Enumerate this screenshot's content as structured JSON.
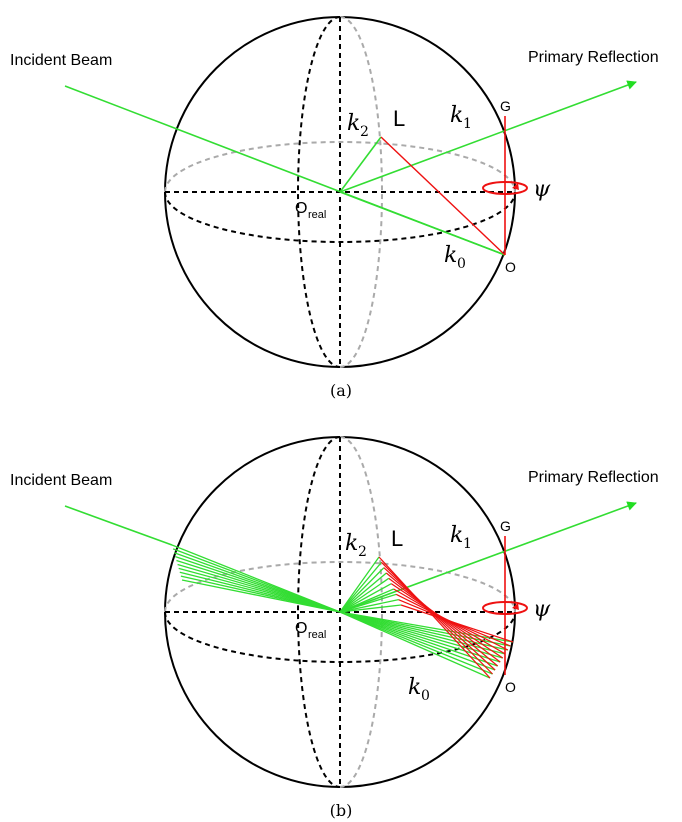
{
  "colors": {
    "outline": "#000000",
    "hidden": "#aaaaaa",
    "beam": "#33dd33",
    "reflection": "#ee1111"
  },
  "panels": [
    {
      "caption": "(a)",
      "incident_label": "Incident Beam",
      "primary_label": "Primary Reflection",
      "origin_label": "O",
      "origin_sub": "real",
      "point_L": "L",
      "point_G": "G",
      "point_O": "O",
      "k0": "k",
      "k0_sub": "0",
      "k1": "k",
      "k1_sub": "1",
      "k2": "k",
      "k2_sub": "2",
      "psi": "ψ"
    },
    {
      "caption": "(b)",
      "incident_label": "Incident Beam",
      "primary_label": "Primary Reflection",
      "origin_label": "O",
      "origin_sub": "real",
      "point_L": "L",
      "point_G": "G",
      "point_O": "O",
      "k0": "k",
      "k0_sub": "0",
      "k1": "k",
      "k1_sub": "1",
      "k2": "k",
      "k2_sub": "2",
      "psi": "ψ"
    }
  ]
}
